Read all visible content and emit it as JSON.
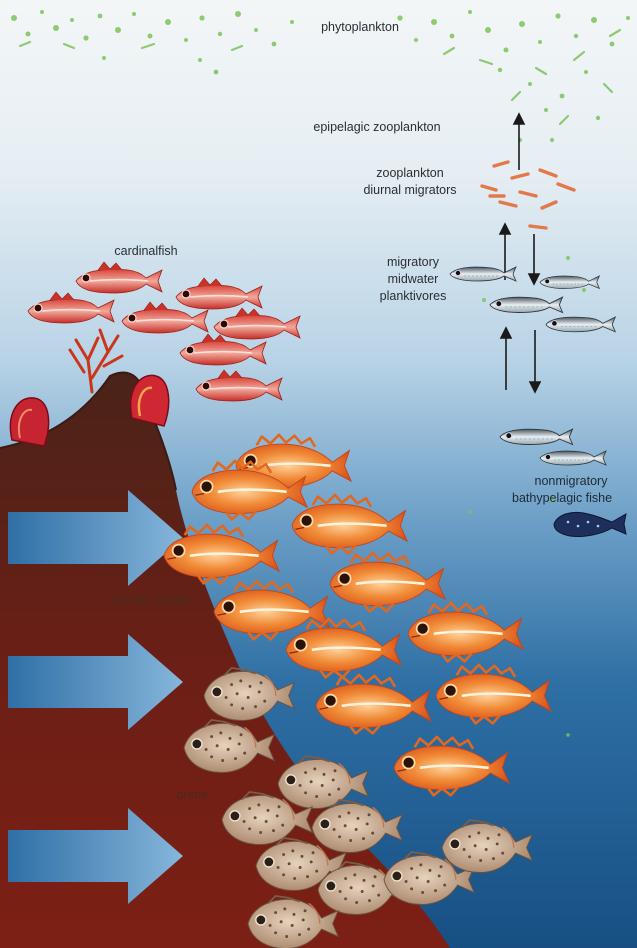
{
  "labels": {
    "phytoplankton": "phytoplankton",
    "epipelagic": "epipelagic zooplankton",
    "zoo_line1": "zooplankton",
    "zoo_line2": "diurnal migrators",
    "mig_line1": "migratory",
    "mig_line2": "midwater",
    "mig_line3": "planktivores",
    "cardinalfish": "cardinalfish",
    "orange_roughy": "orange roughy",
    "oreos": "oreos",
    "nonmig_line1": "nonmigratory",
    "nonmig_line2": "bathypelagic fishe"
  },
  "colors": {
    "surface_water": "#e6eef3",
    "deep_water": "#1d5e93",
    "seamount": "#6e1d14",
    "current_arrow": "#5f97c7",
    "orange_roughy": "#e8611e",
    "cardinalfish": "#c8322a",
    "oreo": "#c9a98a",
    "phytoplankton": "#7cc35a"
  },
  "icons": {
    "current": "current-arrow-icon",
    "migration": "vertical-migration-arrow-icon"
  }
}
